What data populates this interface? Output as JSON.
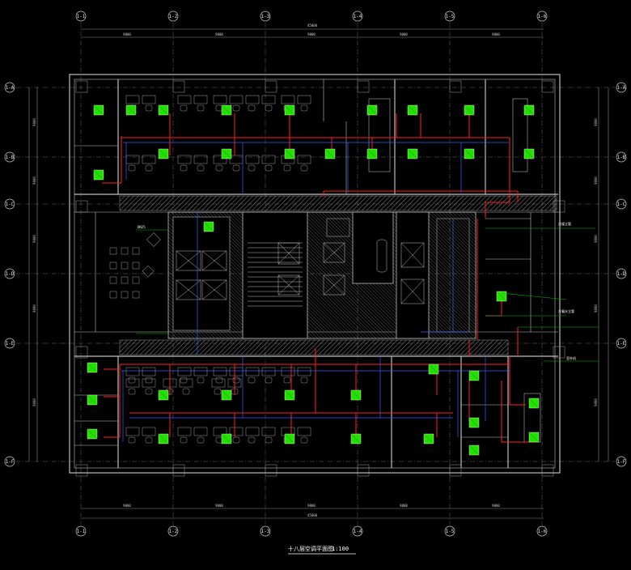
{
  "drawing": {
    "title": "十八层空调平面图",
    "scale": "1:100",
    "colors": {
      "background": "#000000",
      "wall": "#bfbfbf",
      "grid_line": "#8a8a8a",
      "supply_pipe": "#ff2020",
      "condensate_pipe": "#3060ff",
      "indoor_unit": "#22e000",
      "callout_line": "#00c000",
      "core_hatch": "#9a9a9a"
    }
  },
  "grid_axes": {
    "columns": [
      "1-1",
      "1-2",
      "1-3",
      "1-4",
      "1-5",
      "1-6"
    ],
    "rows": [
      "1-A",
      "1-B",
      "1-C",
      "1-D",
      "1-E",
      "1-F"
    ]
  },
  "dimensions": {
    "top_total": "45000",
    "top_segments": [
      "9000",
      "9000",
      "9000",
      "9000",
      "9000"
    ],
    "bottom_segments": [
      "9000",
      "9000",
      "9000",
      "9000",
      "9000"
    ],
    "bottom_total": "45000",
    "left_segments": [
      "9000",
      "9000",
      "9000",
      "9000",
      "9000"
    ],
    "right_segments": [
      "9000",
      "9000",
      "9000",
      "9000",
      "9000"
    ]
  },
  "annotations": {
    "riser_label_1": "冷媒立管",
    "riser_label_2": "冷凝水立管",
    "outdoor_unit_label": "室外机",
    "pipe_size_label": "DN25"
  }
}
